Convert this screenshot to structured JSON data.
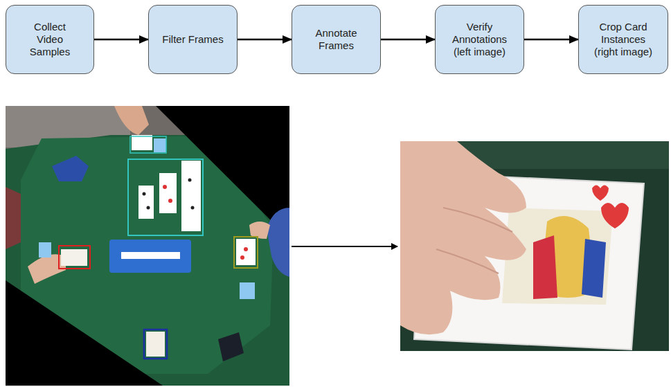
{
  "diagram": {
    "nodes": [
      {
        "text": [
          "Collect Video Samples"
        ]
      },
      {
        "text": [
          "Filter Frames"
        ]
      },
      {
        "text": [
          "Annotate Frames"
        ]
      },
      {
        "text": [
          "Verify Annotations (left image)"
        ]
      },
      {
        "text": [
          "Crop Card Instances (right image)"
        ]
      }
    ],
    "edges": [
      {
        "from": 0,
        "to": 1,
        "arrow": "to"
      },
      {
        "from": 1,
        "to": 2,
        "arrow": "to"
      },
      {
        "from": 2,
        "to": 3,
        "arrow": "to"
      },
      {
        "from": 3,
        "to": 4,
        "arrow": "to"
      }
    ]
  }
}
